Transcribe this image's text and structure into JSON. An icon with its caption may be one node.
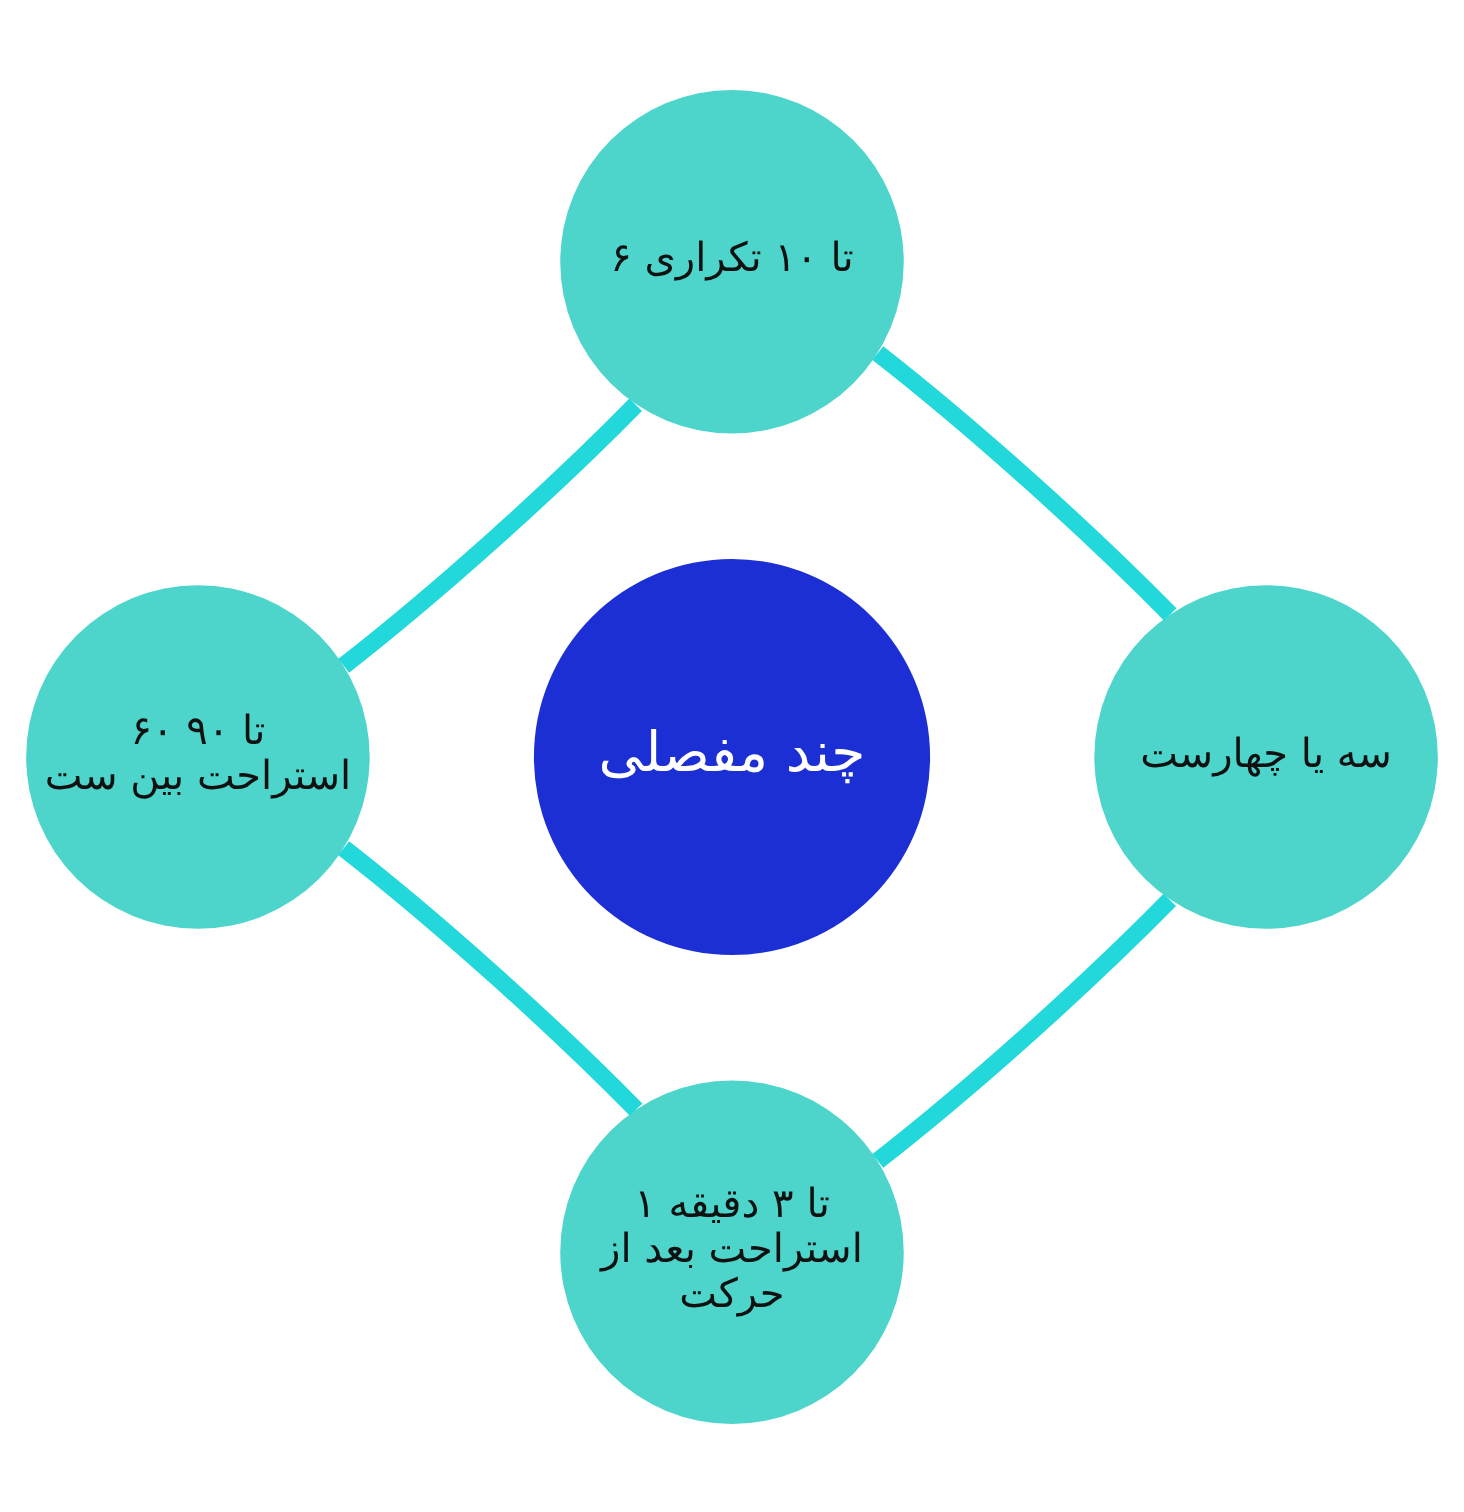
{
  "diagram": {
    "nodes": [
      {
        "text": [
          "۶ تا ۱۰ تکراری"
        ]
      },
      {
        "text": [
          "۶۰ تا ۹۰ استراحت بین ست"
        ]
      },
      {
        "text": [
          "چند مفصلی"
        ]
      },
      {
        "text": [
          "سه یا چهارست"
        ]
      },
      {
        "text": [
          "۱ تا ۳ دقیقه استراحت بعد از حرکت"
        ]
      }
    ],
    "edges": [
      {
        "from": 0,
        "to": 3,
        "arrow": "none"
      },
      {
        "from": 3,
        "to": 4,
        "arrow": "none"
      },
      {
        "from": 4,
        "to": 1,
        "arrow": "none"
      },
      {
        "from": 1,
        "to": 0,
        "arrow": "none"
      }
    ]
  }
}
